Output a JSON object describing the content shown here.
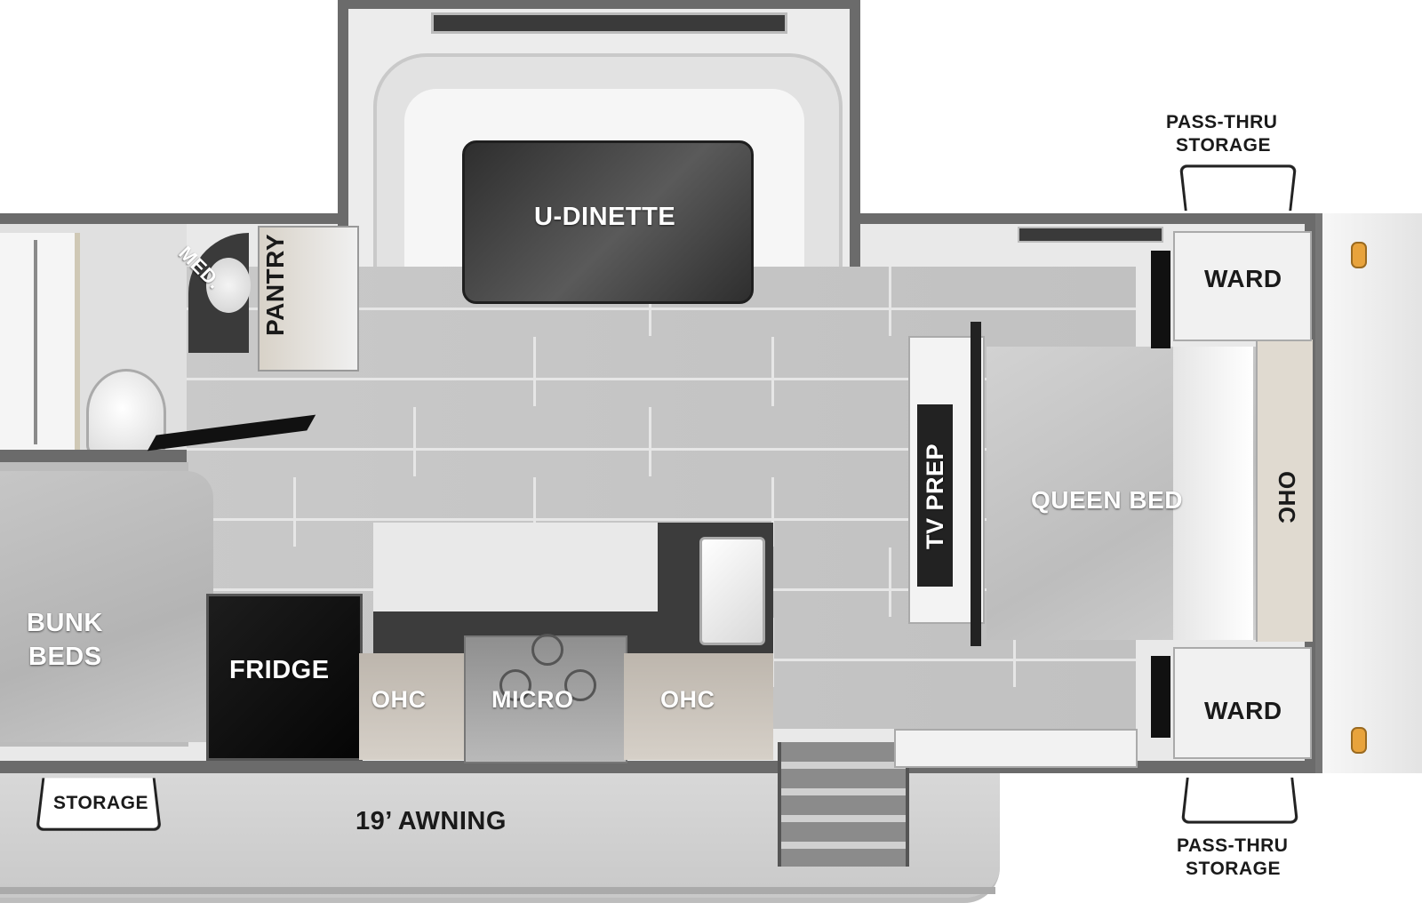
{
  "floorplan": {
    "rooms": {
      "dinette": "U-DINETTE",
      "pantry": "PANTRY",
      "med": "MED.",
      "pass_thru_top": [
        "PASS-THRU",
        "STORAGE"
      ],
      "pass_thru_bottom": [
        "PASS-THRU",
        "STORAGE"
      ],
      "ward_top": "WARD",
      "ward_bottom": "WARD",
      "tv_prep": "TV PREP",
      "queen_bed": "QUEEN BED",
      "ohc_rear": "OHC",
      "bunk_beds": [
        "BUNK",
        "BEDS"
      ],
      "fridge": "FRIDGE",
      "ohc_left": "OHC",
      "micro": "MICRO",
      "ohc_right": "OHC",
      "storage": "STORAGE",
      "awning": "19’ AWNING"
    },
    "colors": {
      "wall": "#5a5a5a",
      "floor": "#c7c7c7",
      "dark_furniture": "#3c3c3c",
      "counter": "#bdb6ad",
      "marker": "#e8a33c"
    }
  }
}
